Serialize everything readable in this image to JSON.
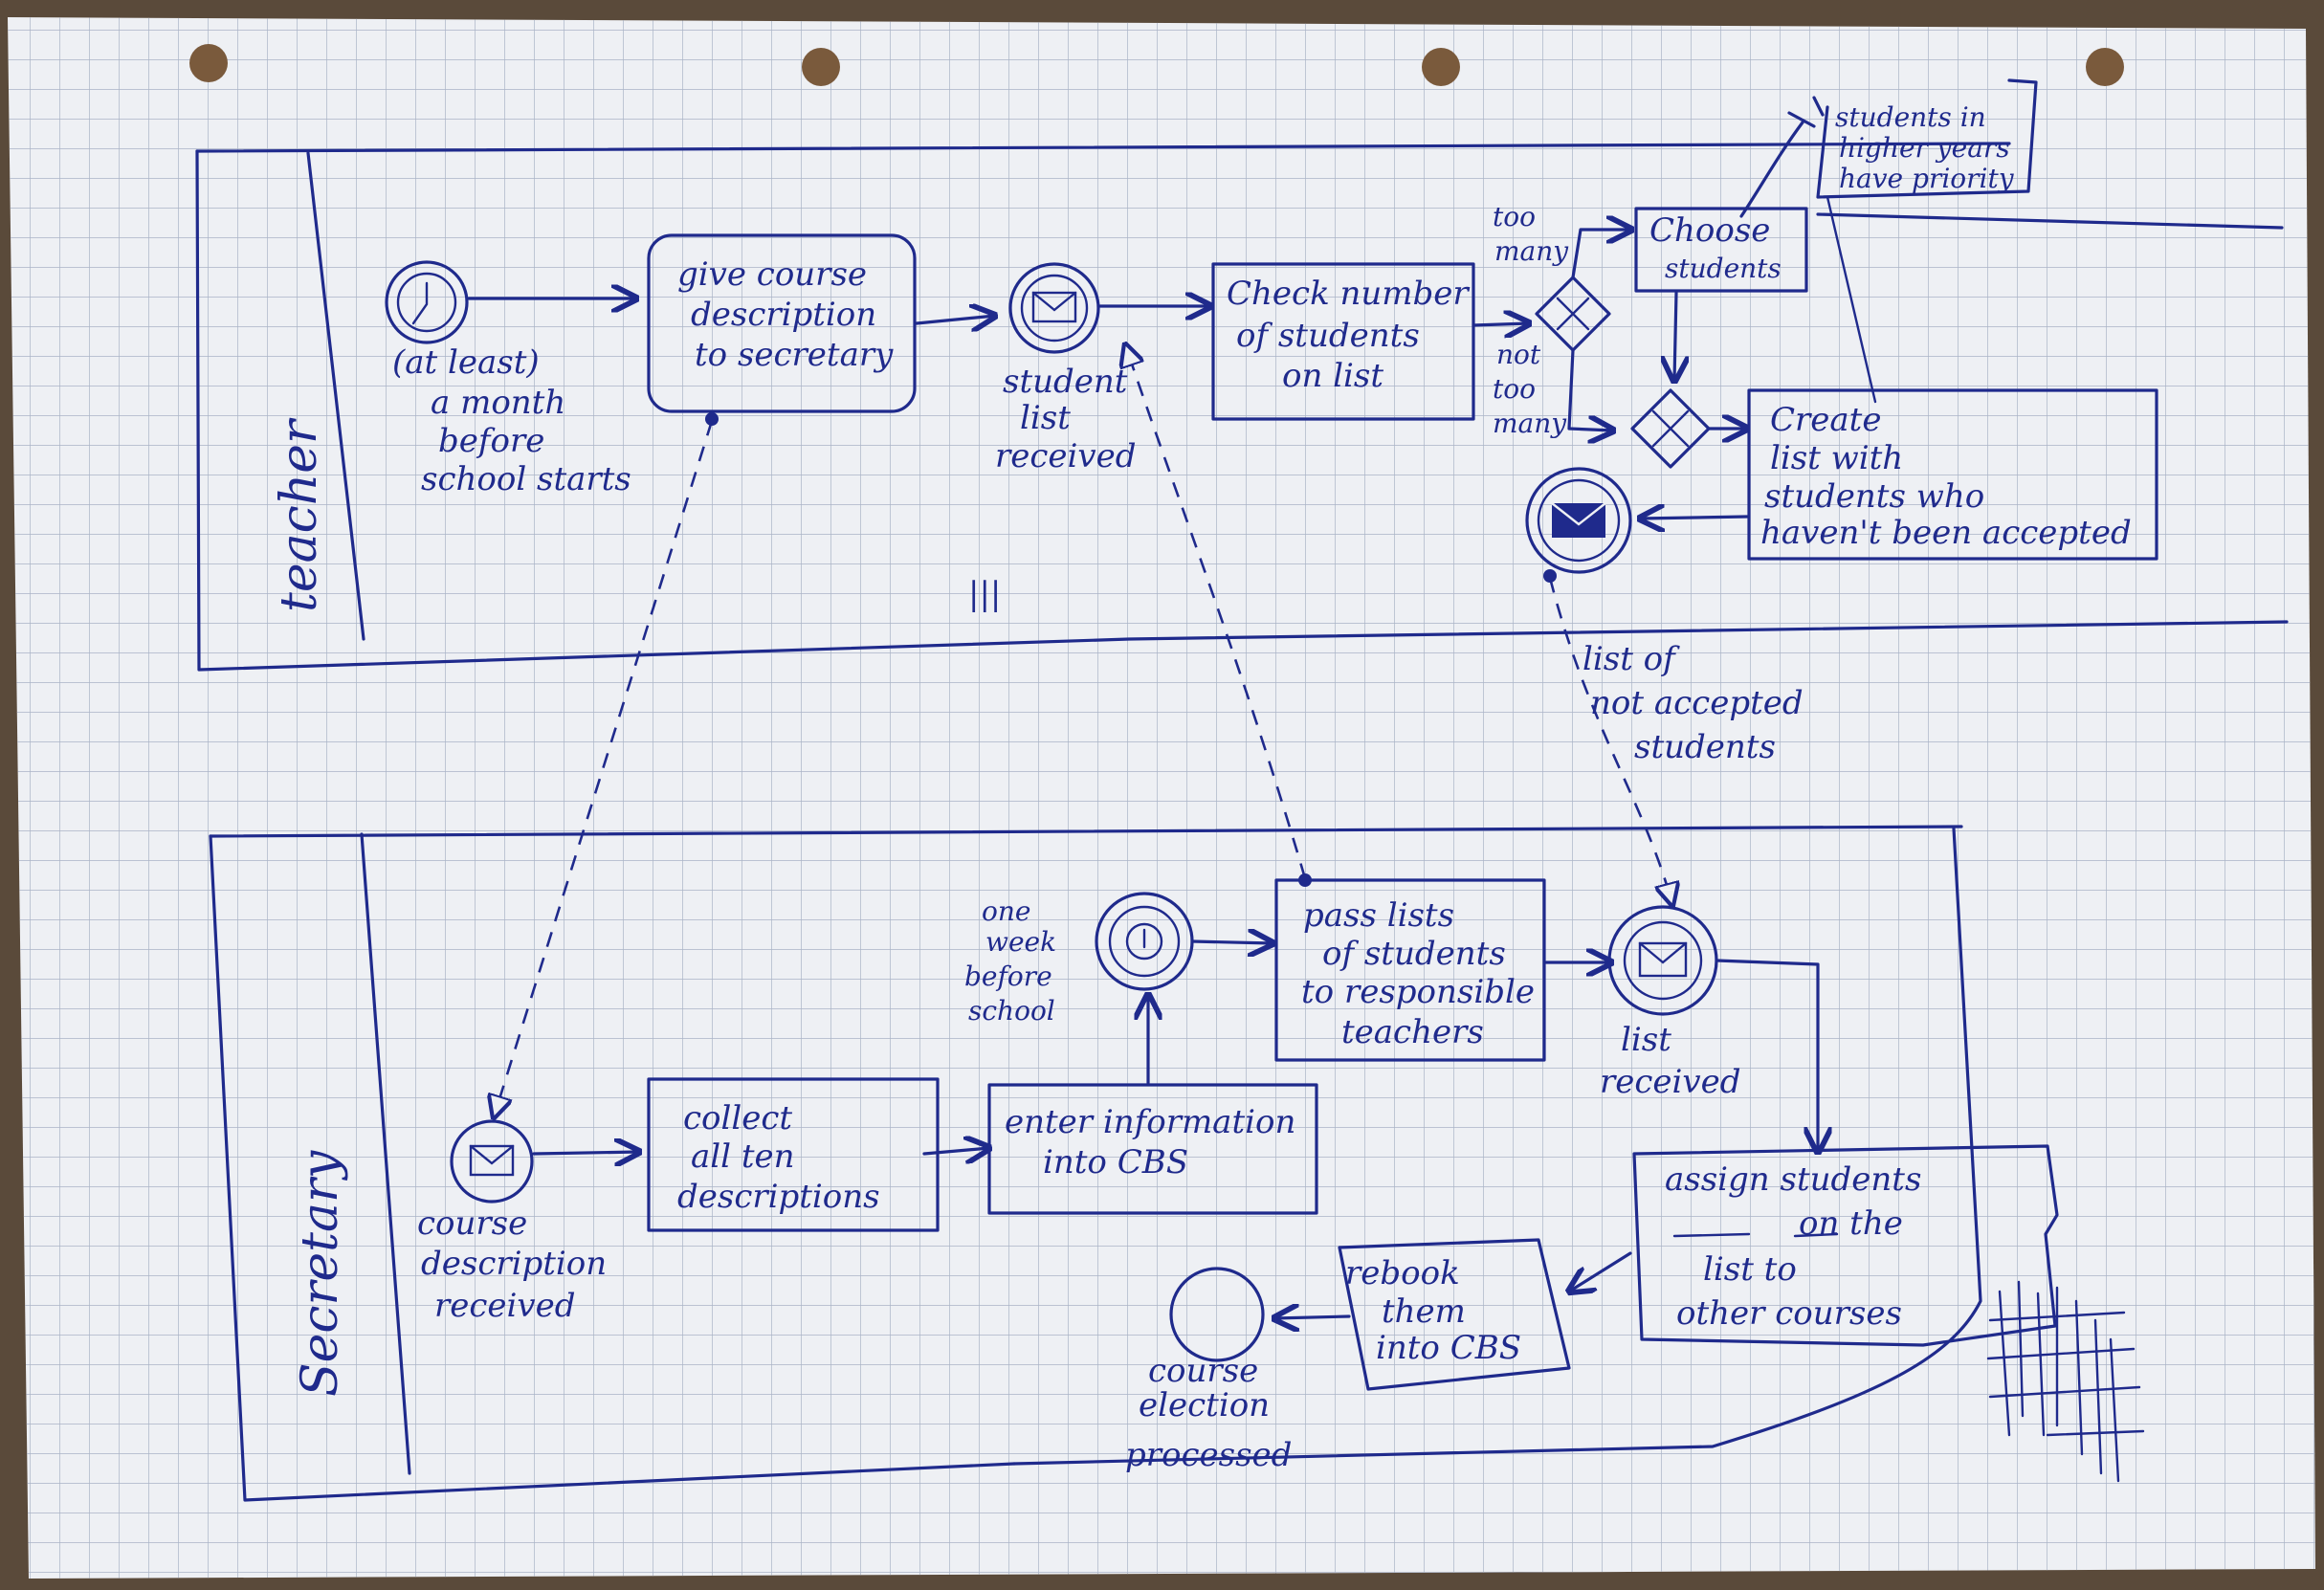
{
  "lanes": {
    "teacher": "teacher",
    "secretary": "Secretary"
  },
  "teacher_lane": {
    "start_event": [
      "(at least)",
      "a month",
      "before",
      "school starts"
    ],
    "task_give": [
      "give course",
      "description",
      "to secretary"
    ],
    "event_list_received": [
      "student",
      "list",
      "received"
    ],
    "task_check": [
      "Check number",
      "of students",
      "on list"
    ],
    "label_too_many": [
      "too",
      "many"
    ],
    "label_not_too_many": [
      "not",
      "too",
      "many"
    ],
    "task_choose": [
      "Choose",
      "students"
    ],
    "annotation": [
      "students in",
      "higher years",
      "have priority"
    ],
    "task_create": [
      "Create",
      "list with",
      "students who",
      "haven't been accepted"
    ],
    "message_label": [
      "list of",
      "not accepted",
      "students"
    ],
    "marks": "|||"
  },
  "secretary_lane": {
    "start_event": [
      "course",
      "description",
      "received"
    ],
    "task_collect": [
      "collect",
      "all ten",
      "descriptions"
    ],
    "task_enter": [
      "enter information",
      "into CBS"
    ],
    "timer_event": [
      "one",
      "week",
      "before",
      "school"
    ],
    "task_pass": [
      "pass lists",
      "of students",
      "to responsible",
      "teachers"
    ],
    "event_list_received": [
      "list",
      "received"
    ],
    "task_assign": [
      "assign students",
      "on the",
      "list to",
      "other courses"
    ],
    "task_rebook": [
      "rebook",
      "them",
      "into CBS"
    ],
    "end_event": [
      "course",
      "election",
      "processed"
    ]
  }
}
